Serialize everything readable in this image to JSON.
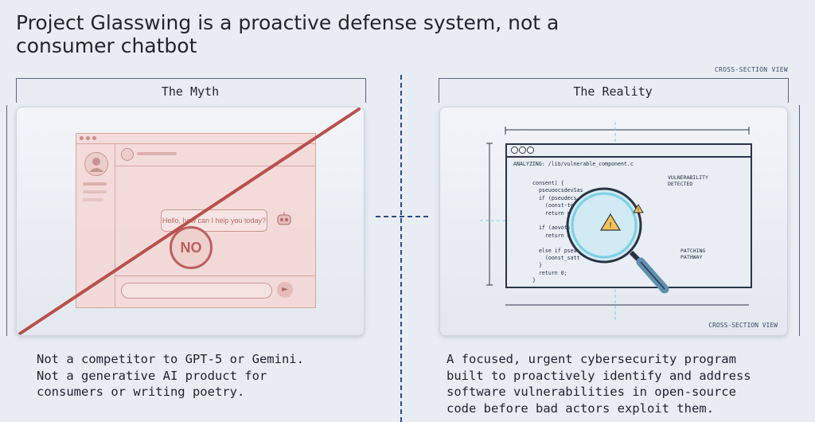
{
  "title": "Project Glasswing is a proactive defense system, not a consumer chatbot",
  "cross_section_top": "CROSS-SECTION VIEW",
  "myth": {
    "label": "The Myth",
    "chat_greeting": "Hello, how can I help you today?",
    "no_badge": "NO",
    "caption": [
      "Not a competitor to GPT-5 or Gemini.",
      "Not a generative AI product for",
      "consumers or writing poetry."
    ]
  },
  "reality": {
    "label": "The Reality",
    "analyzing": "ANALYZING: /lib/vulnerable_component.c",
    "code": "consent) {\n  pseuoocsdevSas\n  if (pseudecs\n    (oonst-to\n    return d\n\n  if (aovots\n    return e\n\n  else if psea\n    (oonst_satt\n  }\n  return 0;\n}",
    "vuln_label": "VULNERABILITY\nDETECTED",
    "patch_label": "PATCHING\nPATHWAY",
    "cross_section_bottom": "CROSS-SECTION VIEW",
    "caption": [
      "A focused, urgent cybersecurity program",
      "built to proactively identify and address",
      "software vulnerabilities in open-source",
      "code before bad actors exploit them."
    ]
  },
  "colors": {
    "accent_blue": "#2d4a8a",
    "myth_red": "#b9504b",
    "scan_cyan": "#7ad0e6",
    "warning_orange": "#e8a23a"
  }
}
